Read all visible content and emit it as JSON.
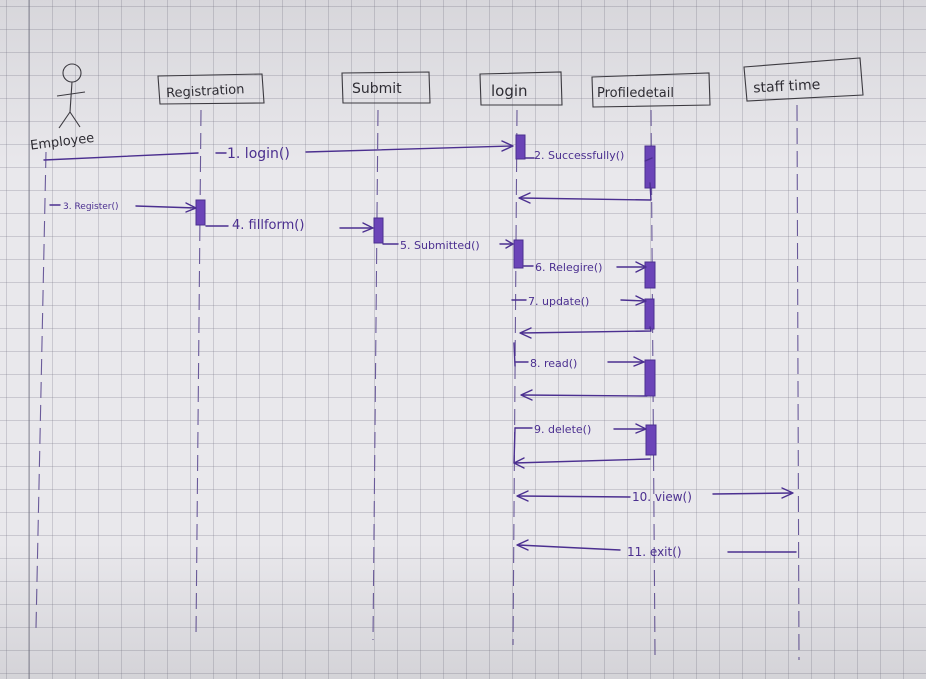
{
  "actor": {
    "label": "Employee"
  },
  "objects": [
    {
      "id": "registration",
      "label": "Registration"
    },
    {
      "id": "submit",
      "label": "Submit"
    },
    {
      "id": "login",
      "label": "login"
    },
    {
      "id": "profiledetail",
      "label": "Profiledetail"
    },
    {
      "id": "staff_time",
      "label": "staff time"
    }
  ],
  "messages": [
    {
      "id": "m1",
      "label": "1. login()",
      "from": "employee",
      "to": "login"
    },
    {
      "id": "m2",
      "label": "2. Successfully()",
      "from": "login",
      "to": "profiledetail"
    },
    {
      "id": "m3",
      "label": "3. Register()",
      "from": "employee",
      "to": "registration"
    },
    {
      "id": "m4",
      "label": "4. fillform()",
      "from": "registration",
      "to": "submit"
    },
    {
      "id": "m5",
      "label": "5. Submitted()",
      "from": "submit",
      "to": "login"
    },
    {
      "id": "m6",
      "label": "6. Relegire()",
      "from": "login",
      "to": "profiledetail"
    },
    {
      "id": "m7",
      "label": "7. update()",
      "from": "login",
      "to": "profiledetail"
    },
    {
      "id": "m8",
      "label": "8. read()",
      "from": "login",
      "to": "profiledetail"
    },
    {
      "id": "m9",
      "label": "9. delete()",
      "from": "login",
      "to": "profiledetail"
    },
    {
      "id": "m10",
      "label": "10. view()",
      "from": "login",
      "to": "staff_time"
    },
    {
      "id": "m11",
      "label": "11. exit()",
      "from": "staff_time",
      "to": "login"
    }
  ],
  "colors": {
    "ink": "#4b2f90",
    "pencil": "#3c3a40",
    "paper": "#e9e8ec",
    "grid": "#9a9aa8"
  }
}
